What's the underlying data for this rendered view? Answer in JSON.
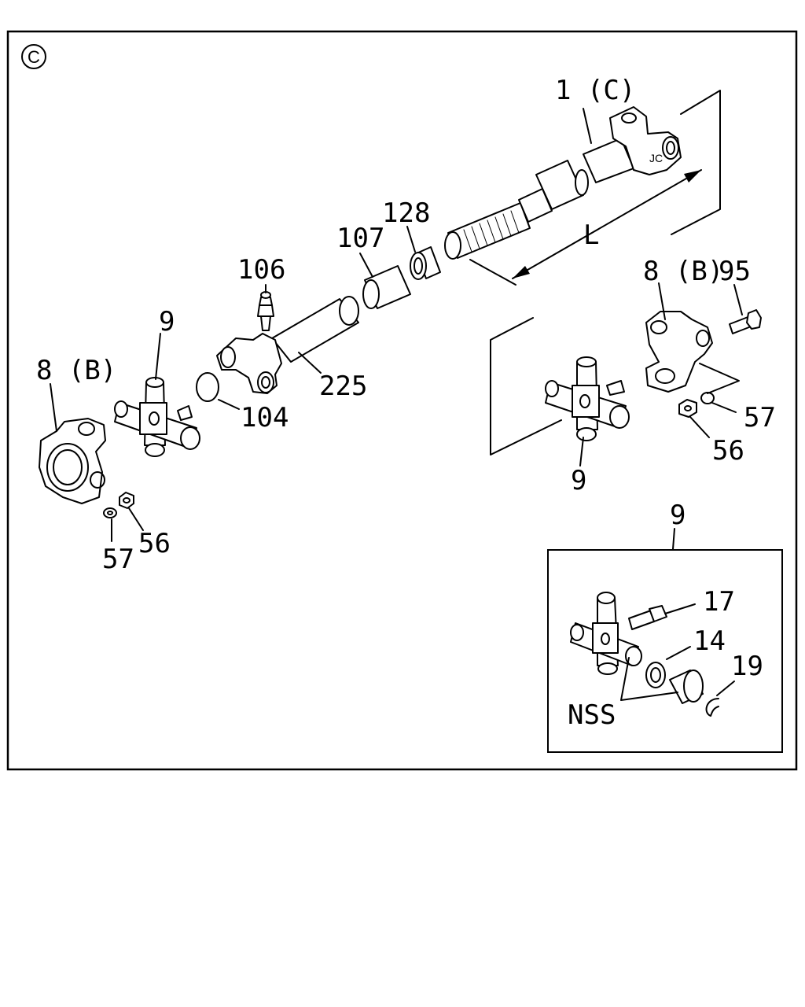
{
  "section_mark": "C",
  "labels": {
    "l_1c": "1 (C)",
    "l_L": "L",
    "l_128": "128",
    "l_107": "107",
    "l_106": "106",
    "l_9_left": "9",
    "l_8b_left": "8 (B)",
    "l_225": "225",
    "l_104": "104",
    "l_57_left": "57",
    "l_56_left": "56",
    "l_8b_right": "8 (B)",
    "l_95": "95",
    "l_57_right": "57",
    "l_56_right": "56",
    "l_9_right": "9",
    "l_9_inset": "9",
    "l_17": "17",
    "l_14": "14",
    "l_19": "19",
    "l_nss": "NSS"
  },
  "colors": {
    "line": "#000000",
    "background": "#ffffff"
  },
  "icons": {
    "section_mark": "circled-letter-icon",
    "cross": "universal-joint-cross-icon"
  }
}
